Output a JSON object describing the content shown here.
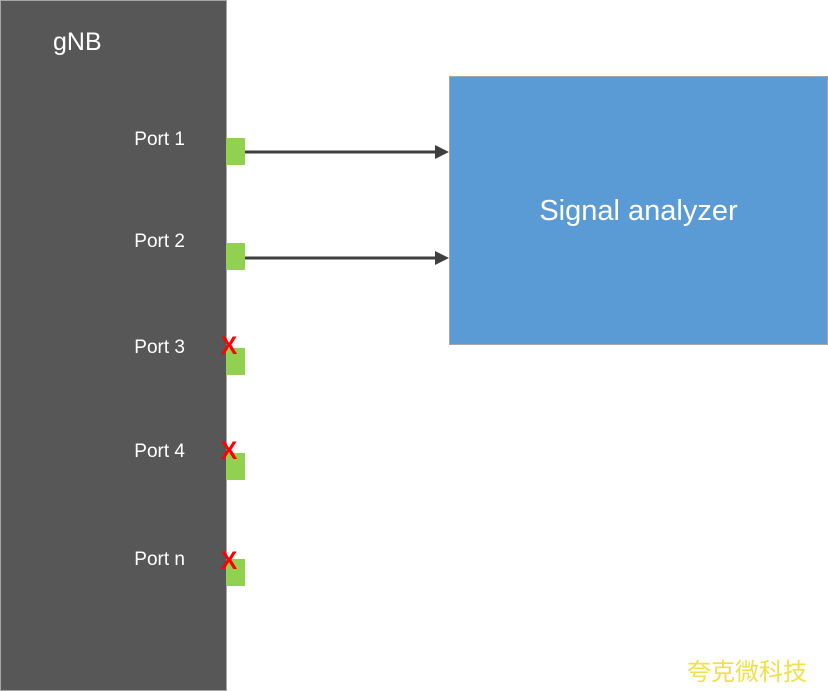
{
  "gnb": {
    "label": "gNB",
    "ports": [
      {
        "label": "Port 1",
        "status": "connected"
      },
      {
        "label": "Port 2",
        "status": "connected"
      },
      {
        "label": "Port 3",
        "status": "blocked"
      },
      {
        "label": "Port 4",
        "status": "blocked"
      },
      {
        "label": "Port n",
        "status": "blocked"
      }
    ]
  },
  "analyzer": {
    "label": "Signal analyzer"
  },
  "blocked_mark": "X",
  "watermark": {
    "text": "夸克微科技"
  },
  "colors": {
    "gnb_fill": "#575757",
    "analyzer_fill": "#5b9bd5",
    "port_connector_green": "#92d050",
    "arrow": "#3f3f3f",
    "blocked_x_red": "#ff0000",
    "watermark_yellow": "#f0e04a",
    "box_border": "#a6a6a6",
    "text_white": "#ffffff"
  }
}
